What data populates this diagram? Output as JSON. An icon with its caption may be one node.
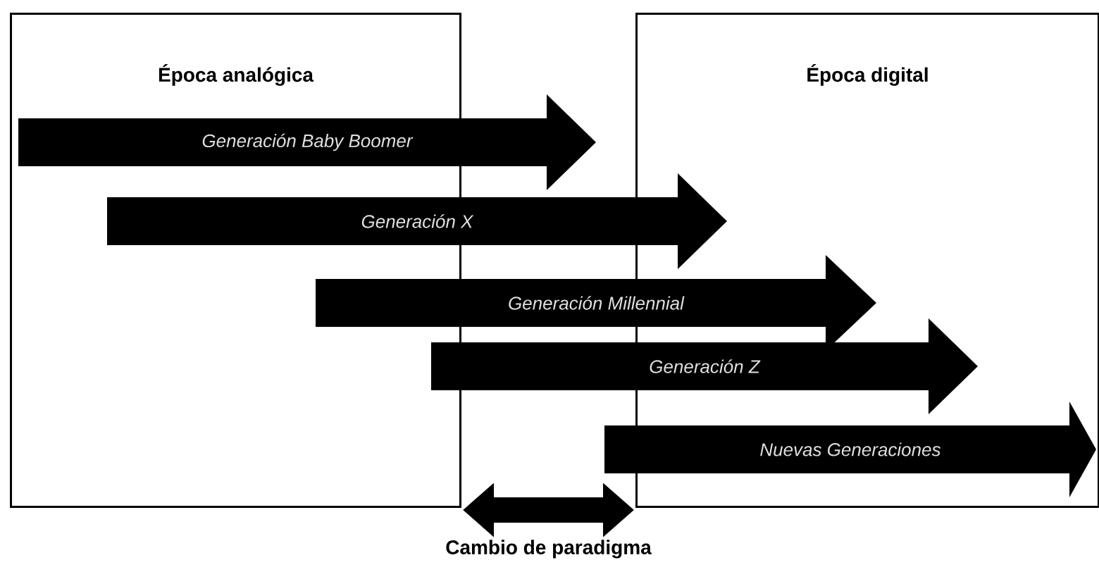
{
  "diagram": {
    "nodes": [
      {
        "text": [
          "Época analógica"
        ]
      },
      {
        "text": [
          "Época digital"
        ]
      },
      {
        "text": [
          "Generación Baby Boomer"
        ]
      },
      {
        "text": [
          "Generación X"
        ]
      },
      {
        "text": [
          "Generación Millennial"
        ]
      },
      {
        "text": [
          "Generación Z"
        ]
      },
      {
        "text": [
          "Nuevas Generaciones"
        ]
      }
    ],
    "edges": [
      {
        "from": 0,
        "to": 1,
        "arrow": "both",
        "label": "Cambio de paradigma"
      }
    ]
  }
}
